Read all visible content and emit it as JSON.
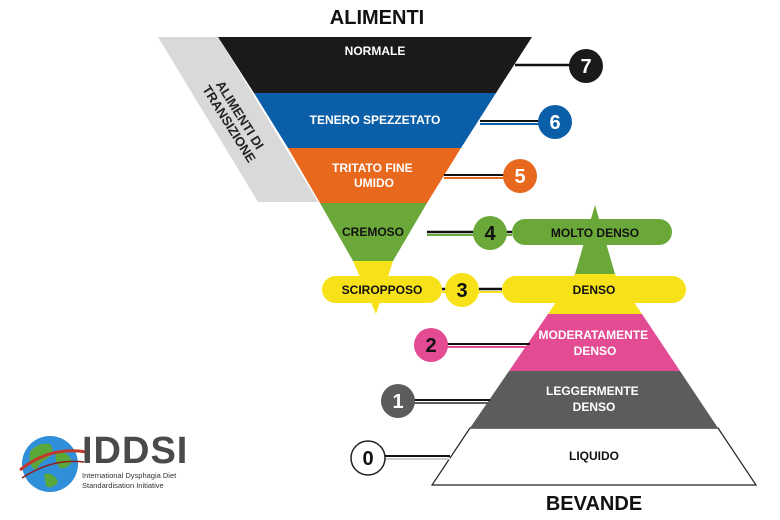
{
  "title_top": "ALIMENTI",
  "title_bottom": "BEVANDE",
  "transition_label": [
    "ALIMENTI DI",
    "TRANSIZIONE"
  ],
  "levels": [
    {
      "number": "7",
      "label": [
        "NORMALE"
      ],
      "color": "#1a1a1a"
    },
    {
      "number": "6",
      "label": [
        "TENERO SPEZZETATO"
      ],
      "color": "#0b5ea8"
    },
    {
      "number": "5",
      "label": [
        "TRITATO FINE",
        "UMIDO"
      ],
      "color": "#e8681e"
    },
    {
      "number": "4",
      "label_food": [
        "CREMOSO"
      ],
      "label_drink": [
        "MOLTO DENSO"
      ],
      "color": "#6aa83a"
    },
    {
      "number": "3",
      "label_food": [
        "SCIROPPOSO"
      ],
      "label_drink": [
        "DENSO"
      ],
      "color": "#f7e21a"
    },
    {
      "number": "2",
      "label": [
        "MODERATAMENTE",
        "DENSO"
      ],
      "color": "#e34b93"
    },
    {
      "number": "1",
      "label": [
        "LEGGERMENTE",
        "DENSO"
      ],
      "color": "#5c5c5c"
    },
    {
      "number": "0",
      "label": [
        "LIQUIDO"
      ],
      "color": "#ffffff"
    }
  ],
  "logo": {
    "title": "IDDSI",
    "subtitle_line1": "International Dysphagia Diet",
    "subtitle_line2": "Standardisation Initiative"
  }
}
